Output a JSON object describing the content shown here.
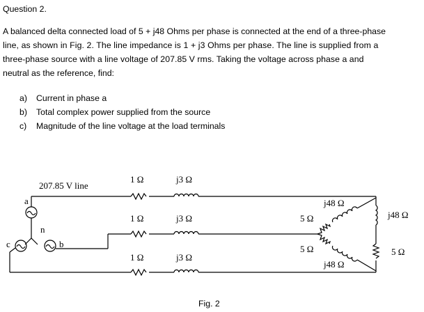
{
  "question": {
    "title": "Question 2.",
    "paragraph_lines": [
      "A balanced delta connected load of 5 + j48 Ohms per phase is connected at the end of a three-phase",
      "line, as shown in Fig. 2.  The line impedance is 1 + j3 Ohms per phase.  The line is supplied from a",
      "three-phase source with a line voltage of 207.85 V rms.  Taking the voltage across phase a and",
      "neutral as the reference, find:"
    ],
    "items": [
      {
        "letter": "a)",
        "text": "Current in phase a"
      },
      {
        "letter": "b)",
        "text": "Total complex power supplied from the source"
      },
      {
        "letter": "c)",
        "text": "Magnitude of the line voltage at the load terminals"
      }
    ]
  },
  "circuit": {
    "source_label": "207.85 V line",
    "node_a": "a",
    "node_b": "b",
    "node_c": "c",
    "node_n": "n",
    "line_r": [
      "1 Ω",
      "1 Ω",
      "1 Ω"
    ],
    "line_x": [
      "j3 Ω",
      "j3 Ω",
      "j3 Ω"
    ],
    "load_top_x": "j48 Ω",
    "load_top_r": "5 Ω",
    "load_bottom_r": "5 Ω",
    "load_bottom_x": "j48 Ω",
    "load_right_x": "j48 Ω",
    "load_right_r": "5 Ω"
  },
  "figure_caption": "Fig. 2"
}
